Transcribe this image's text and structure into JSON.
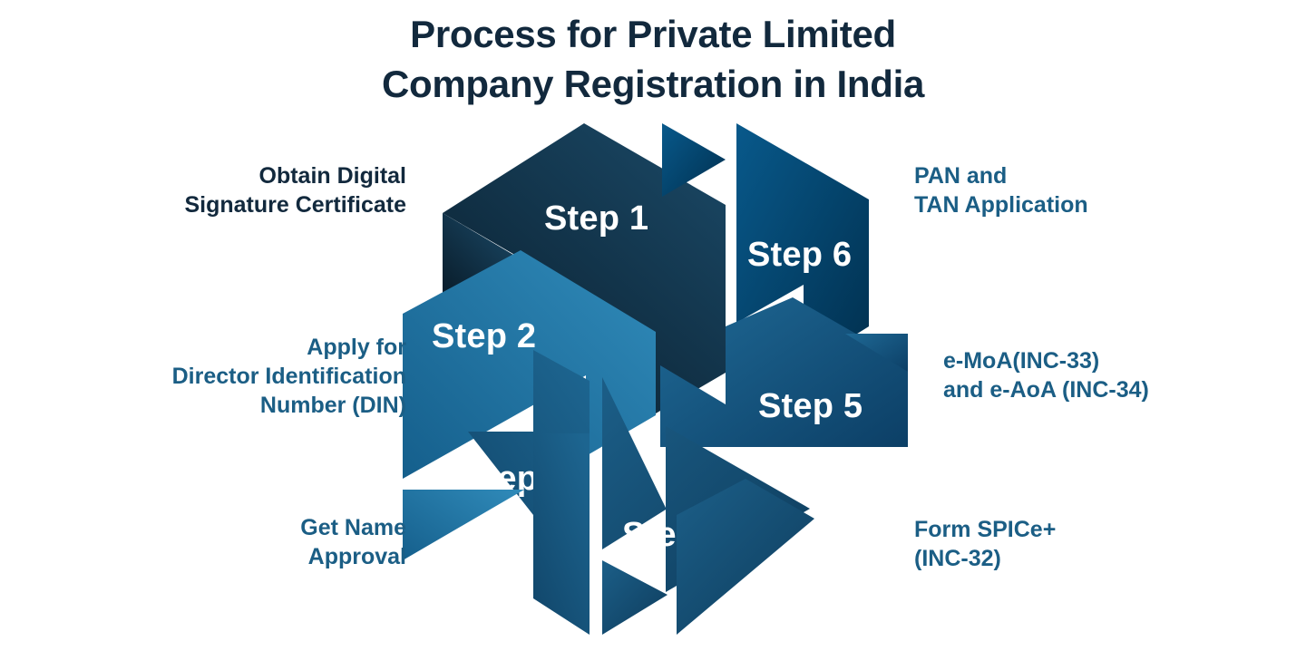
{
  "title": {
    "line1": "Process for Private Limited",
    "line2": "Company Registration in India"
  },
  "colors": {
    "title_text": "#12293d",
    "caption_dark": "#12293d",
    "caption_teal": "#1b5e85",
    "step_label_text": "#ffffff",
    "background": "#ffffff"
  },
  "wheel": {
    "blades": [
      {
        "id": "step-1",
        "label": "Step 1",
        "color_from": "#1b4a68",
        "color_to": "#0b2232"
      },
      {
        "id": "step-2",
        "label": "Step 2",
        "color_from": "#2e86b5",
        "color_to": "#15608d"
      },
      {
        "id": "step-3",
        "label": "Step 3",
        "color_from": "#1b5f89",
        "color_to": "#12496d"
      },
      {
        "id": "step-4",
        "label": "Step 4",
        "color_from": "#1a5b84",
        "color_to": "#0f3f60"
      },
      {
        "id": "step-5",
        "label": "Step 5",
        "color_from": "#1d6490",
        "color_to": "#0d4168"
      },
      {
        "id": "step-6",
        "label": "Step 6",
        "color_from": "#075688",
        "color_to": "#012f4f"
      }
    ]
  },
  "captions": [
    {
      "id": "caption-step-1",
      "step": "Step 1",
      "side": "left",
      "tone": "dark",
      "text": "Obtain Digital\nSignature Certificate"
    },
    {
      "id": "caption-step-2",
      "step": "Step 2",
      "side": "left",
      "tone": "teal",
      "text": "Apply for\nDirector Identification\nNumber (DIN)"
    },
    {
      "id": "caption-step-3",
      "step": "Step 3",
      "side": "left",
      "tone": "teal",
      "text": "Get Name\nApproval"
    },
    {
      "id": "caption-step-4",
      "step": "Step 4",
      "side": "right",
      "tone": "teal",
      "text": "Form SPICe+\n(INC-32)"
    },
    {
      "id": "caption-step-5",
      "step": "Step 5",
      "side": "right",
      "tone": "teal",
      "text": "e-MoA(INC-33)\nand e-AoA (INC-34)"
    },
    {
      "id": "caption-step-6",
      "step": "Step 6",
      "side": "right",
      "tone": "teal",
      "text": "PAN and\nTAN Application"
    }
  ]
}
